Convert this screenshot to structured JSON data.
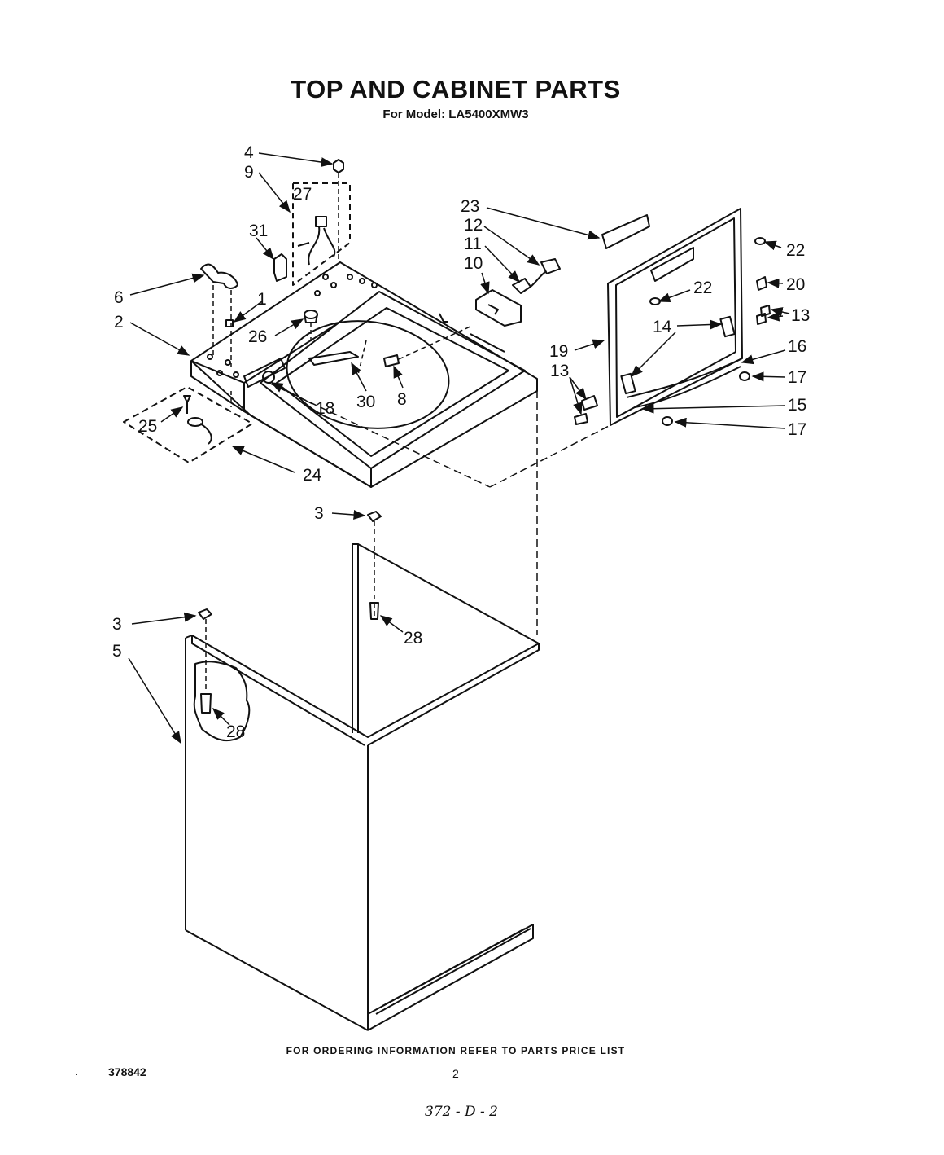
{
  "header": {
    "title": "TOP AND CABINET PARTS",
    "subtitle": "For Model: LA5400XMW3"
  },
  "callouts": [
    {
      "id": "4",
      "label": "4"
    },
    {
      "id": "9",
      "label": "9"
    },
    {
      "id": "27",
      "label": "27"
    },
    {
      "id": "31",
      "label": "31"
    },
    {
      "id": "6",
      "label": "6"
    },
    {
      "id": "1",
      "label": "1"
    },
    {
      "id": "2",
      "label": "2"
    },
    {
      "id": "26",
      "label": "26"
    },
    {
      "id": "18",
      "label": "18"
    },
    {
      "id": "30",
      "label": "30"
    },
    {
      "id": "8",
      "label": "8"
    },
    {
      "id": "25",
      "label": "25"
    },
    {
      "id": "24",
      "label": "24"
    },
    {
      "id": "23",
      "label": "23"
    },
    {
      "id": "12",
      "label": "12"
    },
    {
      "id": "11",
      "label": "11"
    },
    {
      "id": "10",
      "label": "10"
    },
    {
      "id": "22a",
      "label": "22"
    },
    {
      "id": "22b",
      "label": "22"
    },
    {
      "id": "20",
      "label": "20"
    },
    {
      "id": "13a",
      "label": "13"
    },
    {
      "id": "14",
      "label": "14"
    },
    {
      "id": "19",
      "label": "19"
    },
    {
      "id": "16",
      "label": "16"
    },
    {
      "id": "13b",
      "label": "13"
    },
    {
      "id": "17a",
      "label": "17"
    },
    {
      "id": "15",
      "label": "15"
    },
    {
      "id": "17b",
      "label": "17"
    },
    {
      "id": "3a",
      "label": "3"
    },
    {
      "id": "28a",
      "label": "28"
    },
    {
      "id": "3b",
      "label": "3"
    },
    {
      "id": "5",
      "label": "5"
    },
    {
      "id": "28b",
      "label": "28"
    }
  ],
  "footer": {
    "note": "FOR ORDERING INFORMATION REFER TO PARTS PRICE LIST",
    "doc_number": "378842",
    "page_number": "2",
    "handwritten": "372 - D - 2"
  }
}
